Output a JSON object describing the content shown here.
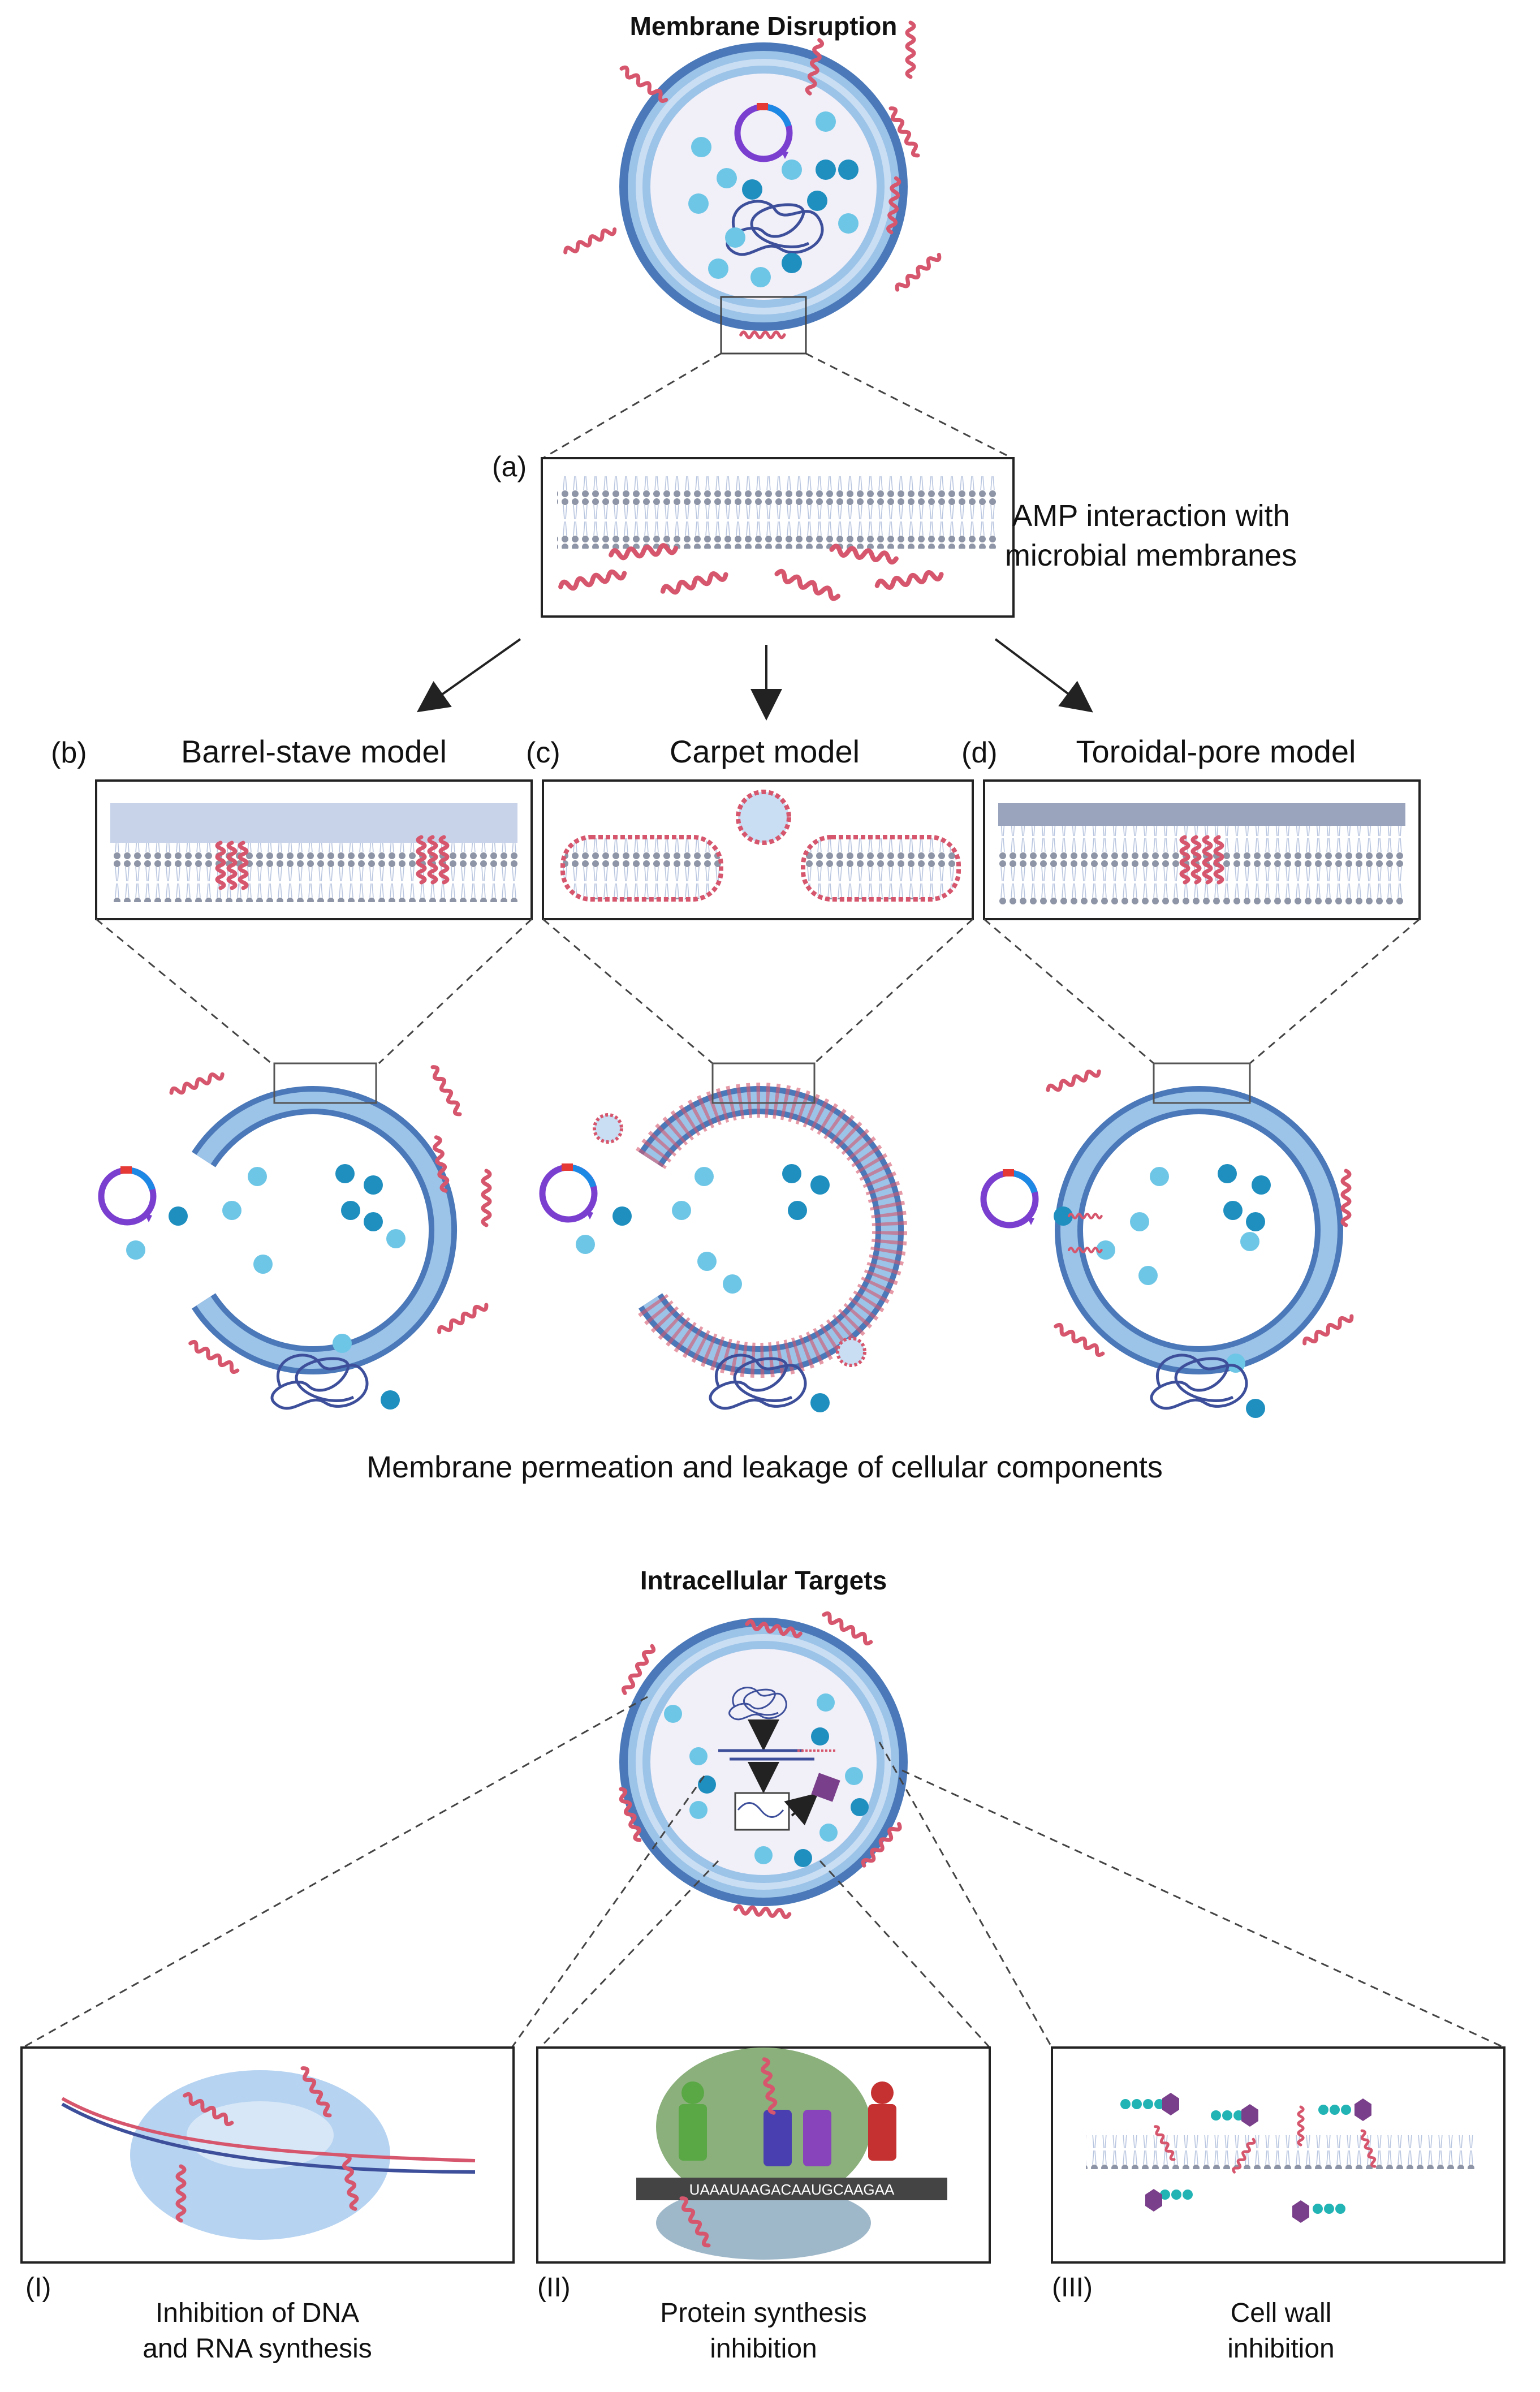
{
  "sections": {
    "top_title": "Membrane Disruption",
    "bottom_title": "Intracellular Targets"
  },
  "interaction": {
    "label": "(a)",
    "caption_line1": "AMP interaction with",
    "caption_line2": "microbial membranes"
  },
  "models": [
    {
      "label": "(b)",
      "title": "Barrel-stave model"
    },
    {
      "label": "(c)",
      "title": "Carpet model"
    },
    {
      "label": "(d)",
      "title": "Toroidal-pore model"
    }
  ],
  "leakage_caption": "Membrane permeation and leakage of cellular components",
  "targets": [
    {
      "label": "(I)",
      "line1": "Inhibition of DNA",
      "line2": "and RNA synthesis"
    },
    {
      "label": "(II)",
      "line1": "Protein synthesis",
      "line2": "inhibition"
    },
    {
      "label": "(III)",
      "line1": "Cell wall",
      "line2": "inhibition"
    }
  ],
  "codon_strip": "UAAAUAAGACAAUGCAAGAA",
  "colors": {
    "membrane_outer": "#4a78b8",
    "membrane_inner": "#9cc3e8",
    "membrane_light": "#c9def3",
    "cytoplasm": "#f1eff8",
    "peptide": "#d6566d",
    "lipid_head": "#8e95a6",
    "molecule_light": "#6ec6e6",
    "molecule_dark": "#1f8fc0",
    "plasmid": "#7b3fd0",
    "dna": "#3d4f9a"
  }
}
